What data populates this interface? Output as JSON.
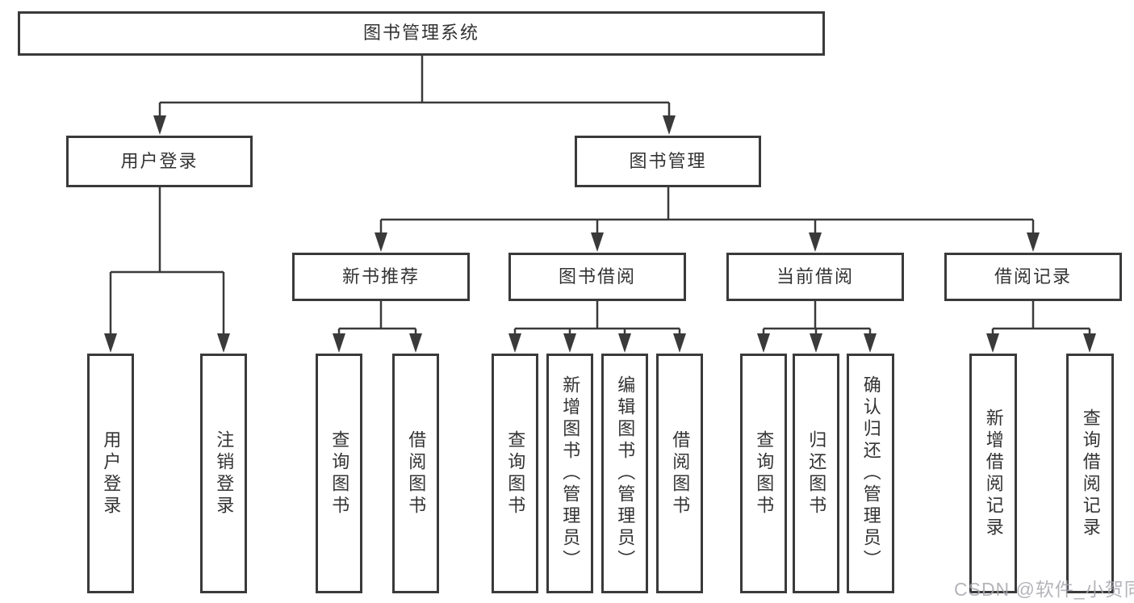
{
  "diagram": {
    "title_node": "图书管理系统",
    "root": {
      "label": "图书管理系统"
    },
    "branches": [
      {
        "label": "用户登录",
        "children": [
          {
            "label": "用户登录"
          },
          {
            "label": "注销登录"
          }
        ]
      },
      {
        "label": "图书管理",
        "children": [
          {
            "label": "新书推荐",
            "children": [
              {
                "label": "查询图书"
              },
              {
                "label": "借阅图书"
              }
            ]
          },
          {
            "label": "图书借阅",
            "children": [
              {
                "label": "查询图书"
              },
              {
                "label": "新增图书（管理员）"
              },
              {
                "label": "编辑图书（管理员）"
              },
              {
                "label": "借阅图书"
              }
            ]
          },
          {
            "label": "当前借阅",
            "children": [
              {
                "label": "查询图书"
              },
              {
                "label": "归还图书"
              },
              {
                "label": "确认归还（管理员）"
              }
            ]
          },
          {
            "label": "借阅记录",
            "children": [
              {
                "label": "新增借阅记录"
              },
              {
                "label": "查询借阅记录"
              }
            ]
          }
        ]
      }
    ]
  },
  "watermark": {
    "text": "CSDN @软件_小贺同学"
  },
  "colors": {
    "line": "#3a3a3a",
    "text": "#333333",
    "background": "#ffffff",
    "watermark": "#a7a7ae"
  }
}
